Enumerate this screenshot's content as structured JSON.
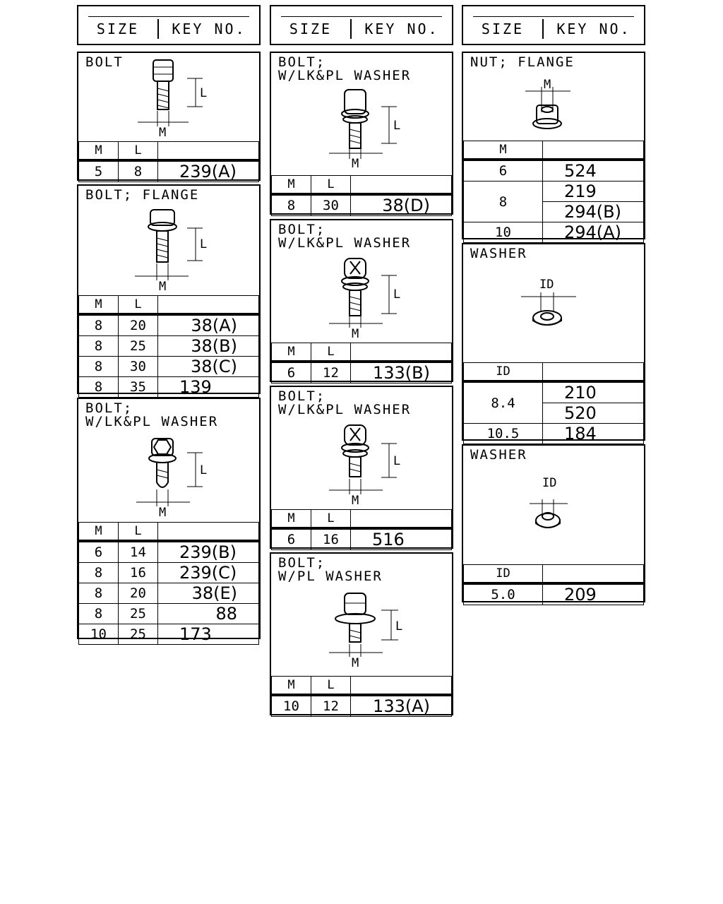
{
  "header": {
    "size_label": "SIZE",
    "key_label": "KEY NO."
  },
  "table_labels": {
    "m": "M",
    "l": "L",
    "id": "ID"
  },
  "dim_labels": {
    "l": "L",
    "m": "M",
    "id": "ID"
  },
  "col1": {
    "bolt": {
      "title": "BOLT",
      "rows": [
        [
          "5",
          "8",
          "239(A)"
        ]
      ]
    },
    "bolt_flange": {
      "title": "BOLT; FLANGE",
      "rows": [
        [
          "8",
          "20",
          "38(A)"
        ],
        [
          "8",
          "25",
          "38(B)"
        ],
        [
          "8",
          "30",
          "38(C)"
        ],
        [
          "8",
          "35",
          "139"
        ]
      ]
    },
    "bolt_lkpl": {
      "title": "BOLT;\nW/LK&PL WASHER",
      "rows": [
        [
          "6",
          "14",
          "239(B)"
        ],
        [
          "8",
          "16",
          "239(C)"
        ],
        [
          "8",
          "20",
          "38(E)"
        ],
        [
          "8",
          "25",
          "88"
        ],
        [
          "10",
          "25",
          "173"
        ]
      ]
    }
  },
  "col2": {
    "bolt_a": {
      "title": "BOLT;\nW/LK&PL WASHER",
      "rows": [
        [
          "8",
          "30",
          "38(D)"
        ]
      ]
    },
    "bolt_b": {
      "title": "BOLT;\nW/LK&PL WASHER",
      "rows": [
        [
          "6",
          "12",
          "133(B)"
        ]
      ]
    },
    "bolt_c": {
      "title": "BOLT;\nW/LK&PL WASHER",
      "rows": [
        [
          "6",
          "16",
          "516"
        ]
      ]
    },
    "bolt_d": {
      "title": "BOLT;\nW/PL WASHER",
      "rows": [
        [
          "10",
          "12",
          "133(A)"
        ]
      ]
    }
  },
  "col3": {
    "nut": {
      "title": "NUT; FLANGE",
      "rows": [
        {
          "m": "6",
          "keys": [
            "524"
          ]
        },
        {
          "m": "8",
          "keys": [
            "219",
            "294(B)"
          ]
        },
        {
          "m": "10",
          "keys": [
            "294(A)"
          ]
        }
      ]
    },
    "washer1": {
      "title": "WASHER",
      "rows": [
        {
          "id": "8.4",
          "keys": [
            "210",
            "520"
          ]
        },
        {
          "id": "10.5",
          "keys": [
            "184"
          ]
        }
      ]
    },
    "washer2": {
      "title": "WASHER",
      "rows": [
        {
          "id": "5.0",
          "keys": [
            "209"
          ]
        }
      ]
    }
  }
}
